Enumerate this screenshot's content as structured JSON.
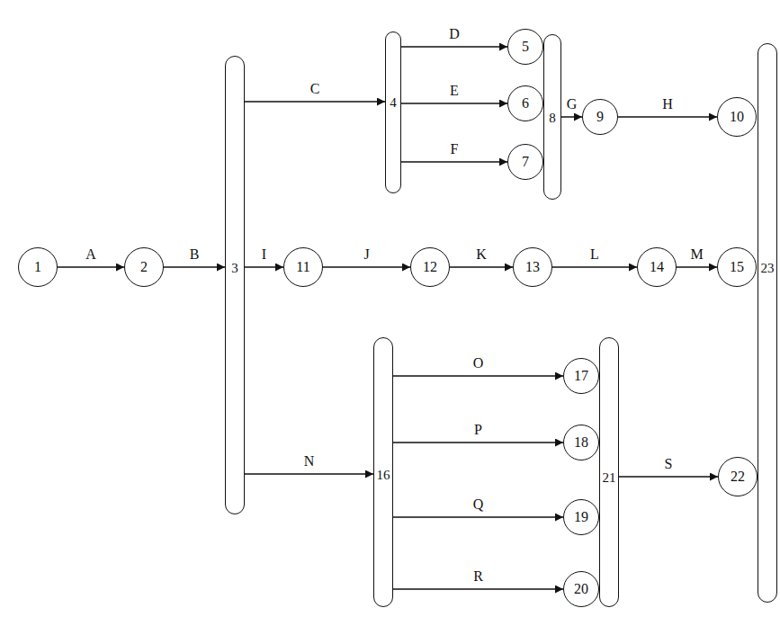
{
  "diagram": {
    "nodes": [
      {
        "text": [
          "1"
        ]
      },
      {
        "text": [
          "2"
        ]
      },
      {
        "text": [
          "3"
        ]
      },
      {
        "text": [
          "4"
        ]
      },
      {
        "text": [
          "5"
        ]
      },
      {
        "text": [
          "6"
        ]
      },
      {
        "text": [
          "7"
        ]
      },
      {
        "text": [
          "8"
        ]
      },
      {
        "text": [
          "9"
        ]
      },
      {
        "text": [
          "10"
        ]
      },
      {
        "text": [
          "11"
        ]
      },
      {
        "text": [
          "12"
        ]
      },
      {
        "text": [
          "13"
        ]
      },
      {
        "text": [
          "14"
        ]
      },
      {
        "text": [
          "15"
        ]
      },
      {
        "text": [
          "16"
        ]
      },
      {
        "text": [
          "17"
        ]
      },
      {
        "text": [
          "18"
        ]
      },
      {
        "text": [
          "19"
        ]
      },
      {
        "text": [
          "20"
        ]
      },
      {
        "text": [
          "21"
        ]
      },
      {
        "text": [
          "22"
        ]
      },
      {
        "text": [
          "23"
        ]
      }
    ],
    "edges": [
      {
        "from": 0,
        "to": 1,
        "arrow": "to",
        "label": "A"
      },
      {
        "from": 1,
        "to": 2,
        "arrow": "to",
        "label": "B"
      },
      {
        "from": 2,
        "to": 3,
        "arrow": "to",
        "label": "C"
      },
      {
        "from": 3,
        "to": 4,
        "arrow": "to",
        "label": "D"
      },
      {
        "from": 3,
        "to": 5,
        "arrow": "to",
        "label": "E"
      },
      {
        "from": 3,
        "to": 6,
        "arrow": "to",
        "label": "F"
      },
      {
        "from": 7,
        "to": 8,
        "arrow": "to",
        "label": "G"
      },
      {
        "from": 8,
        "to": 9,
        "arrow": "to",
        "label": "H"
      },
      {
        "from": 2,
        "to": 10,
        "arrow": "to",
        "label": "I"
      },
      {
        "from": 10,
        "to": 11,
        "arrow": "to",
        "label": "J"
      },
      {
        "from": 11,
        "to": 12,
        "arrow": "to",
        "label": "K"
      },
      {
        "from": 12,
        "to": 13,
        "arrow": "to",
        "label": "L"
      },
      {
        "from": 13,
        "to": 14,
        "arrow": "to",
        "label": "M"
      },
      {
        "from": 2,
        "to": 15,
        "arrow": "to",
        "label": "N"
      },
      {
        "from": 15,
        "to": 16,
        "arrow": "to",
        "label": "O"
      },
      {
        "from": 15,
        "to": 17,
        "arrow": "to",
        "label": "P"
      },
      {
        "from": 15,
        "to": 18,
        "arrow": "to",
        "label": "Q"
      },
      {
        "from": 15,
        "to": 19,
        "arrow": "to",
        "label": "R"
      },
      {
        "from": 20,
        "to": 21,
        "arrow": "to",
        "label": "S"
      }
    ]
  }
}
